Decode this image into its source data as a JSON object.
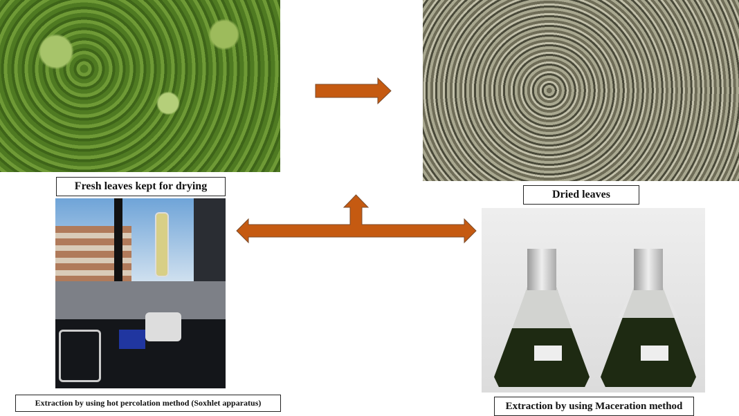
{
  "panels": {
    "fresh": {
      "label": "Fresh leaves kept for drying"
    },
    "dried": {
      "label": "Dried leaves"
    },
    "soxhlet": {
      "label": "Extraction by using hot percolation method (Soxhlet apparatus)"
    },
    "maceration": {
      "label": "Extraction by using Maceration method"
    }
  },
  "colors": {
    "arrow": "#C55A11",
    "arrow_outline": "#7a4a2a"
  }
}
